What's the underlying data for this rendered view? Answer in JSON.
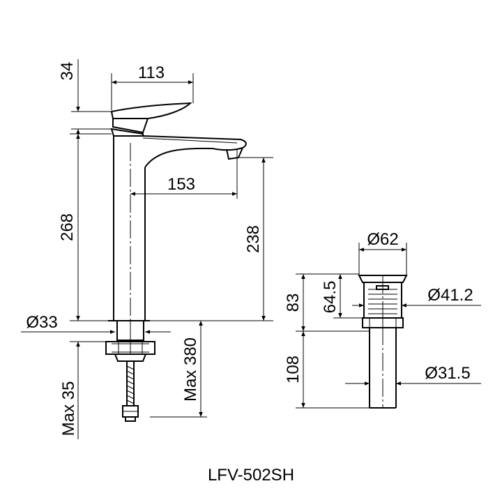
{
  "model": "LFV-502SH",
  "dimensions": {
    "handle_height": "34",
    "handle_length": "113",
    "body_height": "268",
    "spout_reach": "153",
    "spout_height": "238",
    "body_diameter": "Ø33",
    "max_deck_thickness": "Max 35",
    "max_hose_length": "Max 380",
    "drain_top_diameter": "Ø62",
    "drain_upper_height": "83",
    "drain_body_height": "64.5",
    "drain_body_diameter": "Ø41.2",
    "drain_tail_length": "108",
    "drain_tail_diameter": "Ø31.5"
  }
}
